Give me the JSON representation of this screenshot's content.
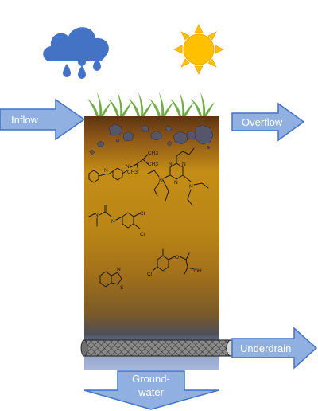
{
  "labels": {
    "inflow": "Inflow",
    "overflow": "Overflow",
    "underdrain": "Underdrain",
    "groundwater_line1": "Ground-",
    "groundwater_line2": "water"
  },
  "icons": [
    "rain-cloud-icon",
    "sun-icon",
    "grass-icon",
    "pipe-icon"
  ],
  "colors": {
    "arrow_fill": "#8fb0e0",
    "arrow_stroke": "#4472c4",
    "cloud": "#4472c4",
    "sun": "#ffc000",
    "grass": "#70ad47",
    "soil_top": "#6b3a14",
    "soil_mid": "#c08a14",
    "soil_low": "#7a5a24",
    "water_zone": "#a7b7d9"
  }
}
